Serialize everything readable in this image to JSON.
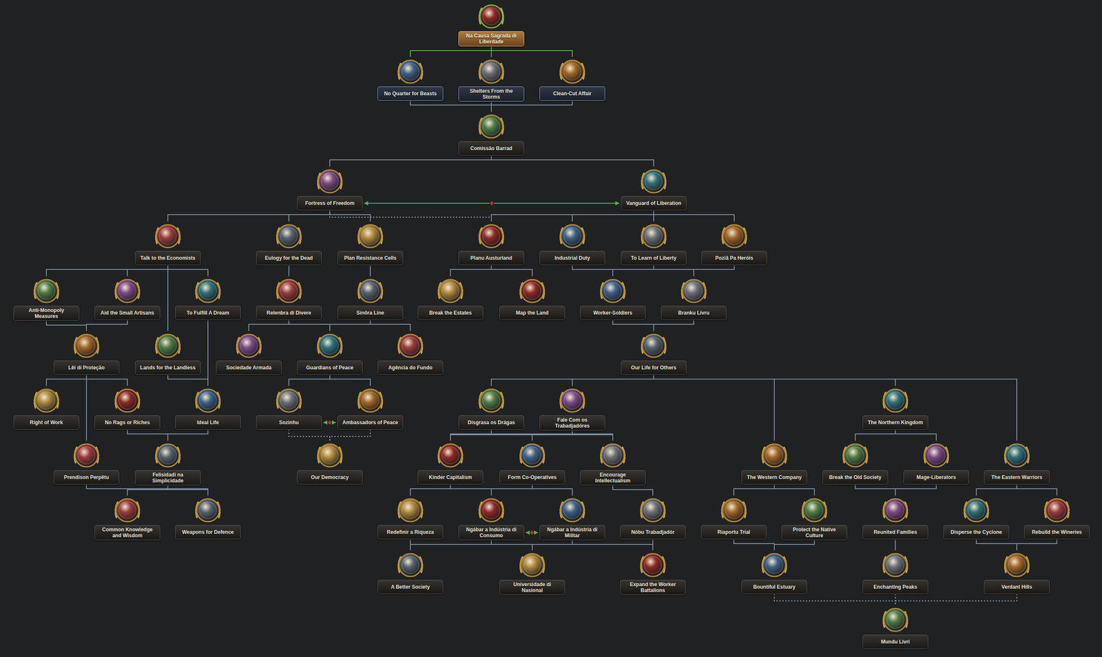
{
  "diagram": {
    "nodes": [
      {
        "text": [
          "Na Causa Sagrada di Liberdade"
        ]
      },
      {
        "text": [
          "No Quarter for Beasts"
        ]
      },
      {
        "text": [
          "Shelters From the Storms"
        ]
      },
      {
        "text": [
          "Clean-Cut Affair"
        ]
      },
      {
        "text": [
          "Comissão Barrad"
        ]
      },
      {
        "text": [
          "Fortress of Freedom"
        ]
      },
      {
        "text": [
          "Vanguard of Liberation"
        ]
      },
      {
        "text": [
          "Talk to the Economists"
        ]
      },
      {
        "text": [
          "Eulogy for the Dead"
        ]
      },
      {
        "text": [
          "Plan Resistance Cells"
        ]
      },
      {
        "text": [
          "Planu Austurland"
        ]
      },
      {
        "text": [
          "Industrial Duty"
        ]
      },
      {
        "text": [
          "To Learn of Liberty"
        ]
      },
      {
        "text": [
          "Poziâ Pa Heróis"
        ]
      },
      {
        "text": [
          "Anti-Monopoly Measures"
        ]
      },
      {
        "text": [
          "Aid the Small Artisans"
        ]
      },
      {
        "text": [
          "To Fulfill A Dream"
        ]
      },
      {
        "text": [
          "Relenbra di Divere"
        ]
      },
      {
        "text": [
          "Sinôra Line"
        ]
      },
      {
        "text": [
          "Break the Estates"
        ]
      },
      {
        "text": [
          "Map the Land"
        ]
      },
      {
        "text": [
          "Worker-Soldiers"
        ]
      },
      {
        "text": [
          "Branku Livru"
        ]
      },
      {
        "text": [
          "Lêi di Proteção"
        ]
      },
      {
        "text": [
          "Lands for the Landless"
        ]
      },
      {
        "text": [
          "Sociedade Armada"
        ]
      },
      {
        "text": [
          "Guardians of Peace"
        ]
      },
      {
        "text": [
          "Agência do Fundo"
        ]
      },
      {
        "text": [
          "Our Life for Others"
        ]
      },
      {
        "text": [
          "Right of Work"
        ]
      },
      {
        "text": [
          "No Rags or Riches"
        ]
      },
      {
        "text": [
          "Ideal Life"
        ]
      },
      {
        "text": [
          "Sozinhu"
        ]
      },
      {
        "text": [
          "Ambassadors of Peace"
        ]
      },
      {
        "text": [
          "Disgrasa os Drágas"
        ]
      },
      {
        "text": [
          "Fale Com os Trabadjadóres"
        ]
      },
      {
        "text": [
          "The Northern Kingdom"
        ]
      },
      {
        "text": [
          "Prendison Perpêtu"
        ]
      },
      {
        "text": [
          "Felisidadi na Simplicidade"
        ]
      },
      {
        "text": [
          "Our Democracy"
        ]
      },
      {
        "text": [
          "Kinder Capitalism"
        ]
      },
      {
        "text": [
          "Form Co-Operatives"
        ]
      },
      {
        "text": [
          "Encourage Intellectualism"
        ]
      },
      {
        "text": [
          "The Western Company"
        ]
      },
      {
        "text": [
          "Break the Old Society"
        ]
      },
      {
        "text": [
          "Mage-Liberators"
        ]
      },
      {
        "text": [
          "The Eastern Warriors"
        ]
      },
      {
        "text": [
          "Common Knowledge and Wisdom"
        ]
      },
      {
        "text": [
          "Weapons for Defence"
        ]
      },
      {
        "text": [
          "Redefinir a Riqueza"
        ]
      },
      {
        "text": [
          "Ngábar a Indústria di Consumo"
        ]
      },
      {
        "text": [
          "Ngábar a Indústria di Militar"
        ]
      },
      {
        "text": [
          "Nóbu Trabadjadór"
        ]
      },
      {
        "text": [
          "Riaportu Trial"
        ]
      },
      {
        "text": [
          "Protect the Native Culture"
        ]
      },
      {
        "text": [
          "Reunited Families"
        ]
      },
      {
        "text": [
          "Disperse the Cyclone"
        ]
      },
      {
        "text": [
          "Rebuild the Wineries"
        ]
      },
      {
        "text": [
          "A Better Society"
        ]
      },
      {
        "text": [
          "Universidade di Nasional"
        ]
      },
      {
        "text": [
          "Expand the Worker Battalions"
        ]
      },
      {
        "text": [
          "Bountiful Estuary"
        ]
      },
      {
        "text": [
          "Enchanting Peaks"
        ]
      },
      {
        "text": [
          "Verdant Hills"
        ]
      },
      {
        "text": [
          "Mundu Livri"
        ]
      }
    ],
    "edges": [
      {
        "from": 0,
        "to": 1,
        "arrow": "none"
      },
      {
        "from": 0,
        "to": 2,
        "arrow": "none"
      },
      {
        "from": 0,
        "to": 3,
        "arrow": "none"
      },
      {
        "from": 1,
        "to": 4,
        "arrow": "none"
      },
      {
        "from": 2,
        "to": 4,
        "arrow": "none"
      },
      {
        "from": 3,
        "to": 4,
        "arrow": "none"
      },
      {
        "from": 4,
        "to": 5,
        "arrow": "none"
      },
      {
        "from": 4,
        "to": 6,
        "arrow": "none"
      },
      {
        "from": 5,
        "to": 6,
        "arrow": "both"
      },
      {
        "from": 5,
        "to": 7,
        "arrow": "none"
      },
      {
        "from": 5,
        "to": 8,
        "arrow": "none"
      },
      {
        "from": 5,
        "to": 9,
        "arrow": "none"
      },
      {
        "from": 5,
        "to": 10,
        "arrow": "none"
      },
      {
        "from": 6,
        "to": 10,
        "arrow": "none"
      },
      {
        "from": 6,
        "to": 11,
        "arrow": "none"
      },
      {
        "from": 6,
        "to": 12,
        "arrow": "none"
      },
      {
        "from": 6,
        "to": 13,
        "arrow": "none"
      },
      {
        "from": 7,
        "to": 14,
        "arrow": "none"
      },
      {
        "from": 7,
        "to": 15,
        "arrow": "none"
      },
      {
        "from": 7,
        "to": 16,
        "arrow": "none"
      },
      {
        "from": 7,
        "to": 24,
        "arrow": "none"
      },
      {
        "from": 8,
        "to": 17,
        "arrow": "none"
      },
      {
        "from": 9,
        "to": 18,
        "arrow": "none"
      },
      {
        "from": 10,
        "to": 19,
        "arrow": "none"
      },
      {
        "from": 10,
        "to": 20,
        "arrow": "none"
      },
      {
        "from": 11,
        "to": 21,
        "arrow": "none"
      },
      {
        "from": 12,
        "to": 21,
        "arrow": "none"
      },
      {
        "from": 12,
        "to": 22,
        "arrow": "none"
      },
      {
        "from": 13,
        "to": 22,
        "arrow": "none"
      },
      {
        "from": 14,
        "to": 23,
        "arrow": "none"
      },
      {
        "from": 15,
        "to": 23,
        "arrow": "none"
      },
      {
        "from": 17,
        "to": 25,
        "arrow": "none"
      },
      {
        "from": 17,
        "to": 26,
        "arrow": "none"
      },
      {
        "from": 17,
        "to": 27,
        "arrow": "none"
      },
      {
        "from": 18,
        "to": 25,
        "arrow": "none"
      },
      {
        "from": 18,
        "to": 26,
        "arrow": "none"
      },
      {
        "from": 18,
        "to": 27,
        "arrow": "none"
      },
      {
        "from": 21,
        "to": 28,
        "arrow": "none"
      },
      {
        "from": 22,
        "to": 28,
        "arrow": "none"
      },
      {
        "from": 23,
        "to": 29,
        "arrow": "none"
      },
      {
        "from": 23,
        "to": 30,
        "arrow": "none"
      },
      {
        "from": 23,
        "to": 37,
        "arrow": "none"
      },
      {
        "from": 16,
        "to": 31,
        "arrow": "none"
      },
      {
        "from": 24,
        "to": 31,
        "arrow": "none"
      },
      {
        "from": 26,
        "to": 32,
        "arrow": "none"
      },
      {
        "from": 26,
        "to": 33,
        "arrow": "none"
      },
      {
        "from": 32,
        "to": 33,
        "arrow": "both"
      },
      {
        "from": 28,
        "to": 34,
        "arrow": "none"
      },
      {
        "from": 28,
        "to": 35,
        "arrow": "none"
      },
      {
        "from": 28,
        "to": 36,
        "arrow": "none"
      },
      {
        "from": 28,
        "to": 43,
        "arrow": "none"
      },
      {
        "from": 28,
        "to": 46,
        "arrow": "none"
      },
      {
        "from": 30,
        "to": 38,
        "arrow": "none"
      },
      {
        "from": 31,
        "to": 38,
        "arrow": "none"
      },
      {
        "from": 32,
        "to": 39,
        "arrow": "none"
      },
      {
        "from": 33,
        "to": 39,
        "arrow": "none"
      },
      {
        "from": 34,
        "to": 40,
        "arrow": "none"
      },
      {
        "from": 34,
        "to": 41,
        "arrow": "none"
      },
      {
        "from": 34,
        "to": 42,
        "arrow": "none"
      },
      {
        "from": 35,
        "to": 40,
        "arrow": "none"
      },
      {
        "from": 35,
        "to": 41,
        "arrow": "none"
      },
      {
        "from": 35,
        "to": 42,
        "arrow": "none"
      },
      {
        "from": 36,
        "to": 44,
        "arrow": "none"
      },
      {
        "from": 36,
        "to": 45,
        "arrow": "none"
      },
      {
        "from": 43,
        "to": 53,
        "arrow": "none"
      },
      {
        "from": 43,
        "to": 54,
        "arrow": "none"
      },
      {
        "from": 44,
        "to": 55,
        "arrow": "none"
      },
      {
        "from": 45,
        "to": 55,
        "arrow": "none"
      },
      {
        "from": 46,
        "to": 56,
        "arrow": "none"
      },
      {
        "from": 46,
        "to": 57,
        "arrow": "none"
      },
      {
        "from": 37,
        "to": 47,
        "arrow": "none"
      },
      {
        "from": 37,
        "to": 48,
        "arrow": "none"
      },
      {
        "from": 38,
        "to": 47,
        "arrow": "none"
      },
      {
        "from": 38,
        "to": 48,
        "arrow": "none"
      },
      {
        "from": 40,
        "to": 49,
        "arrow": "none"
      },
      {
        "from": 40,
        "to": 50,
        "arrow": "none"
      },
      {
        "from": 41,
        "to": 50,
        "arrow": "none"
      },
      {
        "from": 41,
        "to": 51,
        "arrow": "none"
      },
      {
        "from": 50,
        "to": 51,
        "arrow": "both"
      },
      {
        "from": 42,
        "to": 52,
        "arrow": "none"
      },
      {
        "from": 49,
        "to": 58,
        "arrow": "none"
      },
      {
        "from": 50,
        "to": 58,
        "arrow": "none"
      },
      {
        "from": 50,
        "to": 59,
        "arrow": "none"
      },
      {
        "from": 51,
        "to": 59,
        "arrow": "none"
      },
      {
        "from": 51,
        "to": 60,
        "arrow": "none"
      },
      {
        "from": 52,
        "to": 60,
        "arrow": "none"
      },
      {
        "from": 53,
        "to": 61,
        "arrow": "none"
      },
      {
        "from": 54,
        "to": 61,
        "arrow": "none"
      },
      {
        "from": 55,
        "to": 62,
        "arrow": "none"
      },
      {
        "from": 56,
        "to": 63,
        "arrow": "none"
      },
      {
        "from": 57,
        "to": 63,
        "arrow": "none"
      },
      {
        "from": 61,
        "to": 64,
        "arrow": "none"
      },
      {
        "from": 62,
        "to": 64,
        "arrow": "none"
      },
      {
        "from": 63,
        "to": 64,
        "arrow": "none"
      }
    ]
  }
}
